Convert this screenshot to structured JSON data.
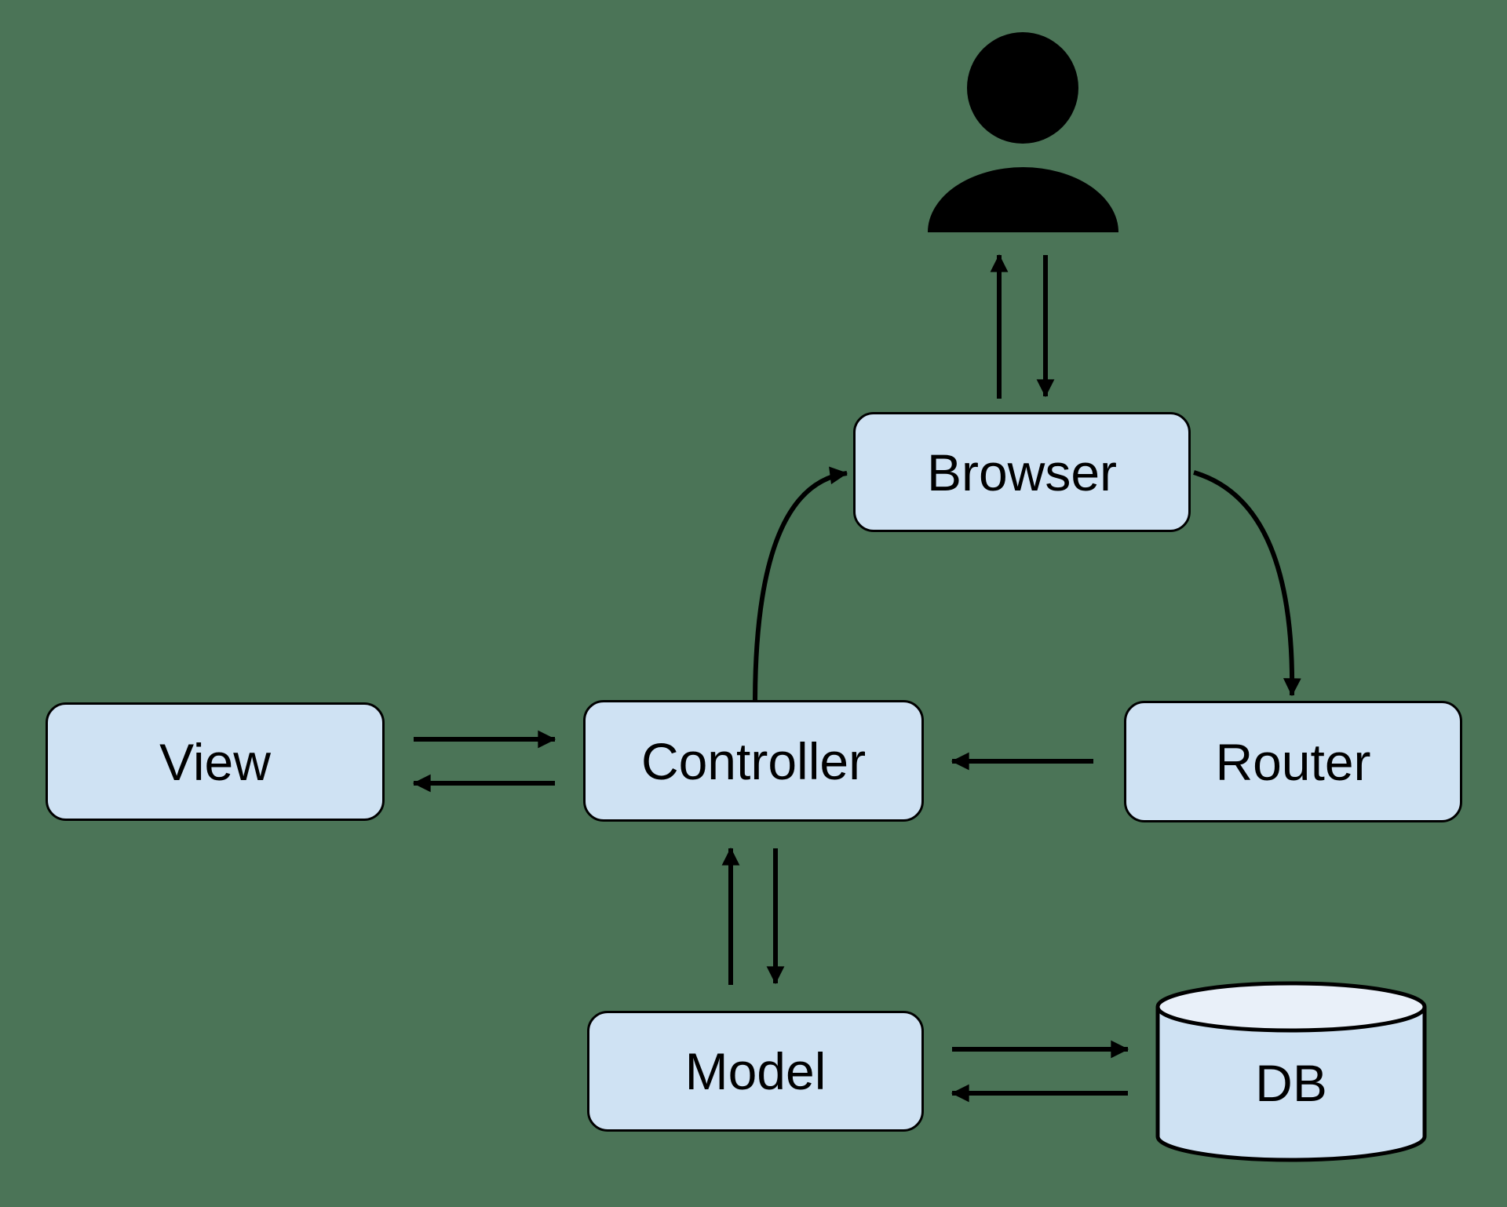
{
  "diagram": {
    "type": "architecture-flow-diagram",
    "subject": "MVC web application request flow",
    "background_color": "#4b7457",
    "node_fill": "#cfe2f3",
    "node_stroke": "#000000",
    "cylinder_top_fill": "#e9f0f9",
    "icon_color": "#000000",
    "arrow_color": "#000000",
    "nodes": [
      {
        "id": "user",
        "label": "",
        "shape": "person-icon"
      },
      {
        "id": "browser",
        "label": "Browser",
        "shape": "rounded-rect"
      },
      {
        "id": "view",
        "label": "View",
        "shape": "rounded-rect"
      },
      {
        "id": "controller",
        "label": "Controller",
        "shape": "rounded-rect"
      },
      {
        "id": "router",
        "label": "Router",
        "shape": "rounded-rect"
      },
      {
        "id": "model",
        "label": "Model",
        "shape": "rounded-rect"
      },
      {
        "id": "db",
        "label": "DB",
        "shape": "cylinder"
      }
    ],
    "edges": [
      {
        "from": "browser",
        "to": "user",
        "style": "straight"
      },
      {
        "from": "user",
        "to": "browser",
        "style": "straight"
      },
      {
        "from": "controller",
        "to": "browser",
        "style": "curved"
      },
      {
        "from": "browser",
        "to": "router",
        "style": "curved"
      },
      {
        "from": "router",
        "to": "controller",
        "style": "straight"
      },
      {
        "from": "view",
        "to": "controller",
        "style": "straight"
      },
      {
        "from": "controller",
        "to": "view",
        "style": "straight"
      },
      {
        "from": "model",
        "to": "controller",
        "style": "straight"
      },
      {
        "from": "controller",
        "to": "model",
        "style": "straight"
      },
      {
        "from": "model",
        "to": "db",
        "style": "straight"
      },
      {
        "from": "db",
        "to": "model",
        "style": "straight"
      }
    ]
  }
}
